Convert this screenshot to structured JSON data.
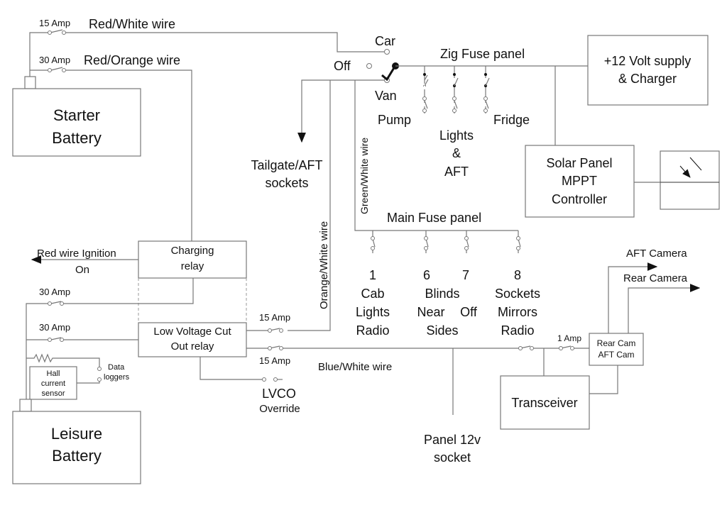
{
  "starter_battery": {
    "line1": "Starter",
    "line2": "Battery"
  },
  "leisure_battery": {
    "line1": "Leisure",
    "line2": "Battery"
  },
  "fuses": {
    "f15_top": "15 Amp",
    "f30_top": "30 Amp",
    "f30_a": "30 Amp",
    "f30_b": "30 Amp",
    "f15_a": "15 Amp",
    "f15_b": "15 Amp",
    "f1": "1 Amp"
  },
  "wires": {
    "red_white": "Red/White wire",
    "red_orange": "Red/Orange wire",
    "orange_white": "Orange/White wire",
    "green_white": "Green/White wire",
    "blue_white": "Blue/White wire",
    "ignition1": "Red wire Ignition",
    "ignition2": "On"
  },
  "switch": {
    "car": "Car",
    "off": "Off",
    "van": "Van"
  },
  "zig_panel": {
    "title": "Zig Fuse panel",
    "pump": "Pump",
    "lights1": "Lights",
    "lights2": "&",
    "lights3": "AFT",
    "fridge": "Fridge"
  },
  "supply": {
    "line1": "+12 Volt supply",
    "line2": "& Charger"
  },
  "solar": {
    "line1": "Solar Panel",
    "line2": "MPPT",
    "line3": "Controller"
  },
  "tailgate": {
    "line1": "Tailgate/AFT",
    "line2": "sockets"
  },
  "main_panel": {
    "title": "Main Fuse panel",
    "c1": [
      "1",
      "Cab",
      "Lights",
      "Radio"
    ],
    "c6": [
      "6",
      "Blinds",
      "Near",
      "Sides"
    ],
    "c7": [
      "7",
      "Off"
    ],
    "c8": [
      "8",
      "Sockets",
      "Mirrors",
      "Radio"
    ]
  },
  "charging_relay": {
    "line1": "Charging",
    "line2": "relay"
  },
  "lvco_relay": {
    "line1": "Low Voltage Cut",
    "line2": "Out relay"
  },
  "lvco_override": {
    "line1": "LVCO",
    "line2": "Override"
  },
  "hall": {
    "line1": "Hall",
    "line2": "current",
    "line3": "sensor"
  },
  "data_loggers": {
    "line1": "Data",
    "line2": "loggers"
  },
  "panel_socket": {
    "line1": "Panel 12v",
    "line2": "socket"
  },
  "transceiver": "Transceiver",
  "cam_box": {
    "line1": "Rear Cam",
    "line2": "AFT Cam"
  },
  "aft_camera": "AFT Camera",
  "rear_camera": "Rear Camera"
}
